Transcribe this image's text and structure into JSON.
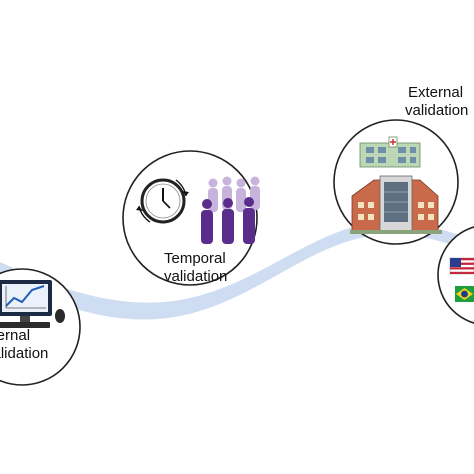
{
  "stages": [
    {
      "id": "internal",
      "label_line1": "Internal",
      "label_line2": "validation",
      "icon": "computer-chart-icon"
    },
    {
      "id": "temporal",
      "label_line1": "Temporal",
      "label_line2": "validation",
      "icon": "clock-people-icon"
    },
    {
      "id": "external",
      "label_line1": "External",
      "label_line2": "validation",
      "icon": "hospital-buildings-icon"
    },
    {
      "id": "international",
      "icon": "country-flags-icon"
    }
  ],
  "colors": {
    "path": "#c9d9ef",
    "circle_stroke": "#222222",
    "people_dark": "#5a2d8c",
    "people_light": "#c8b3dc",
    "building_green": "#bcd7b5",
    "building_brick": "#c96a4a"
  }
}
